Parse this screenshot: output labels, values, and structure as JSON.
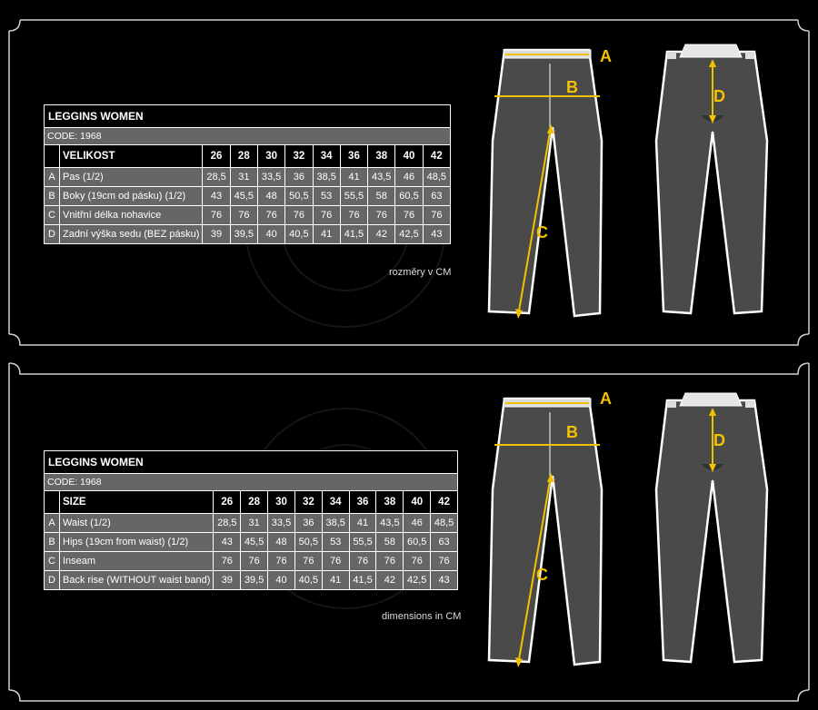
{
  "panels": [
    {
      "title": "LEGGINS WOMEN",
      "code": "CODE: 1968",
      "size_header": "VELIKOST",
      "sizes": [
        "26",
        "28",
        "30",
        "32",
        "34",
        "36",
        "38",
        "40",
        "42"
      ],
      "rows": [
        {
          "letter": "A",
          "label": "Pas (1/2)",
          "values": [
            "28,5",
            "31",
            "33,5",
            "36",
            "38,5",
            "41",
            "43,5",
            "46",
            "48,5"
          ]
        },
        {
          "letter": "B",
          "label": "Boky (19cm od pásku) (1/2)",
          "values": [
            "43",
            "45,5",
            "48",
            "50,5",
            "53",
            "55,5",
            "58",
            "60,5",
            "63"
          ]
        },
        {
          "letter": "C",
          "label": "Vnitřní délka nohavice",
          "values": [
            "76",
            "76",
            "76",
            "76",
            "76",
            "76",
            "76",
            "76",
            "76"
          ]
        },
        {
          "letter": "D",
          "label": "Zadní výška sedu (BEZ pásku)",
          "values": [
            "39",
            "39,5",
            "40",
            "40,5",
            "41",
            "41,5",
            "42",
            "42,5",
            "43"
          ]
        }
      ],
      "note": "rozměry v CM"
    },
    {
      "title": "LEGGINS WOMEN",
      "code": "CODE: 1968",
      "size_header": "SIZE",
      "sizes": [
        "26",
        "28",
        "30",
        "32",
        "34",
        "36",
        "38",
        "40",
        "42"
      ],
      "rows": [
        {
          "letter": "A",
          "label": "Waist (1/2)",
          "values": [
            "28,5",
            "31",
            "33,5",
            "36",
            "38,5",
            "41",
            "43,5",
            "46",
            "48,5"
          ]
        },
        {
          "letter": "B",
          "label": "Hips (19cm from waist) (1/2)",
          "values": [
            "43",
            "45,5",
            "48",
            "50,5",
            "53",
            "55,5",
            "58",
            "60,5",
            "63"
          ]
        },
        {
          "letter": "C",
          "label": "Inseam",
          "values": [
            "76",
            "76",
            "76",
            "76",
            "76",
            "76",
            "76",
            "76",
            "76"
          ]
        },
        {
          "letter": "D",
          "label": "Back rise (WITHOUT waist band)",
          "values": [
            "39",
            "39,5",
            "40",
            "40,5",
            "41",
            "41,5",
            "42",
            "42,5",
            "43"
          ]
        }
      ],
      "note": "dimensions in CM"
    }
  ],
  "diagram_labels": {
    "a": "A",
    "b": "B",
    "c": "C",
    "d": "D"
  },
  "colors": {
    "accent": "#f2c200",
    "cell_bg": "#666666",
    "pants": "#4a4a4a",
    "frame": "#cfcfcf"
  }
}
